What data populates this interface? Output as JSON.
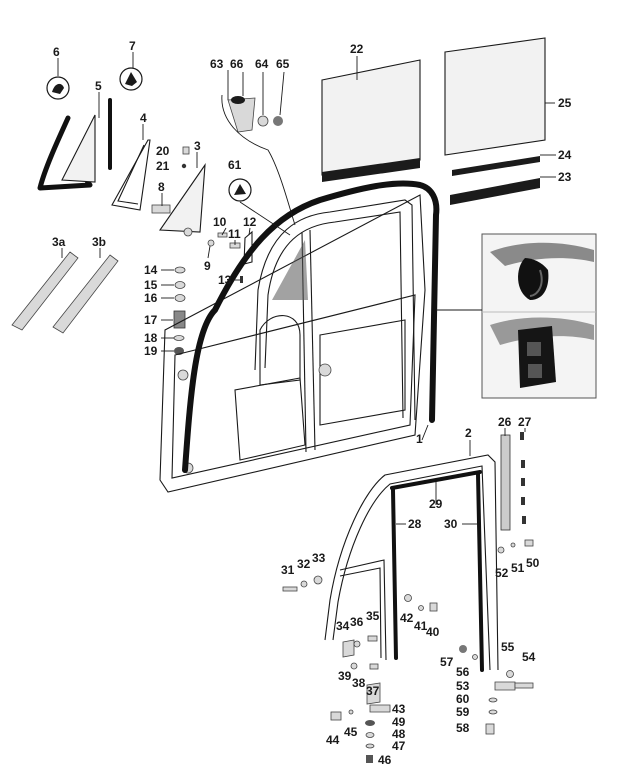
{
  "callouts": [
    {
      "id": "c1",
      "text": "1"
    },
    {
      "id": "c2",
      "text": "2"
    },
    {
      "id": "c3",
      "text": "3"
    },
    {
      "id": "c3a",
      "text": "3a"
    },
    {
      "id": "c3b",
      "text": "3b"
    },
    {
      "id": "c4",
      "text": "4"
    },
    {
      "id": "c5",
      "text": "5"
    },
    {
      "id": "c6",
      "text": "6"
    },
    {
      "id": "c7",
      "text": "7"
    },
    {
      "id": "c8",
      "text": "8"
    },
    {
      "id": "c9",
      "text": "9"
    },
    {
      "id": "c10",
      "text": "10"
    },
    {
      "id": "c11",
      "text": "11"
    },
    {
      "id": "c12",
      "text": "12"
    },
    {
      "id": "c13",
      "text": "13"
    },
    {
      "id": "c14",
      "text": "14"
    },
    {
      "id": "c15",
      "text": "15"
    },
    {
      "id": "c16",
      "text": "16"
    },
    {
      "id": "c17",
      "text": "17"
    },
    {
      "id": "c18",
      "text": "18"
    },
    {
      "id": "c19",
      "text": "19"
    },
    {
      "id": "c20",
      "text": "20"
    },
    {
      "id": "c21",
      "text": "21"
    },
    {
      "id": "c22",
      "text": "22"
    },
    {
      "id": "c23",
      "text": "23"
    },
    {
      "id": "c24",
      "text": "24"
    },
    {
      "id": "c25",
      "text": "25"
    },
    {
      "id": "c26",
      "text": "26"
    },
    {
      "id": "c27",
      "text": "27"
    },
    {
      "id": "c28",
      "text": "28"
    },
    {
      "id": "c29",
      "text": "29"
    },
    {
      "id": "c30",
      "text": "30"
    },
    {
      "id": "c31",
      "text": "31"
    },
    {
      "id": "c32",
      "text": "32"
    },
    {
      "id": "c33",
      "text": "33"
    },
    {
      "id": "c34",
      "text": "34"
    },
    {
      "id": "c35",
      "text": "35"
    },
    {
      "id": "c36",
      "text": "36"
    },
    {
      "id": "c37",
      "text": "37"
    },
    {
      "id": "c38",
      "text": "38"
    },
    {
      "id": "c39",
      "text": "39"
    },
    {
      "id": "c40",
      "text": "40"
    },
    {
      "id": "c41",
      "text": "41"
    },
    {
      "id": "c42",
      "text": "42"
    },
    {
      "id": "c43",
      "text": "43"
    },
    {
      "id": "c44",
      "text": "44"
    },
    {
      "id": "c45",
      "text": "45"
    },
    {
      "id": "c46",
      "text": "46"
    },
    {
      "id": "c47",
      "text": "47"
    },
    {
      "id": "c48",
      "text": "48"
    },
    {
      "id": "c49",
      "text": "49"
    },
    {
      "id": "c50",
      "text": "50"
    },
    {
      "id": "c51",
      "text": "51"
    },
    {
      "id": "c52",
      "text": "52"
    },
    {
      "id": "c53",
      "text": "53"
    },
    {
      "id": "c54",
      "text": "54"
    },
    {
      "id": "c55",
      "text": "55"
    },
    {
      "id": "c56",
      "text": "56"
    },
    {
      "id": "c57",
      "text": "57"
    },
    {
      "id": "c58",
      "text": "58"
    },
    {
      "id": "c59",
      "text": "59"
    },
    {
      "id": "c60",
      "text": "60"
    },
    {
      "id": "c61",
      "text": "61"
    },
    {
      "id": "c63",
      "text": "63"
    },
    {
      "id": "c64",
      "text": "64"
    },
    {
      "id": "c65",
      "text": "65"
    },
    {
      "id": "c66",
      "text": "66"
    }
  ]
}
